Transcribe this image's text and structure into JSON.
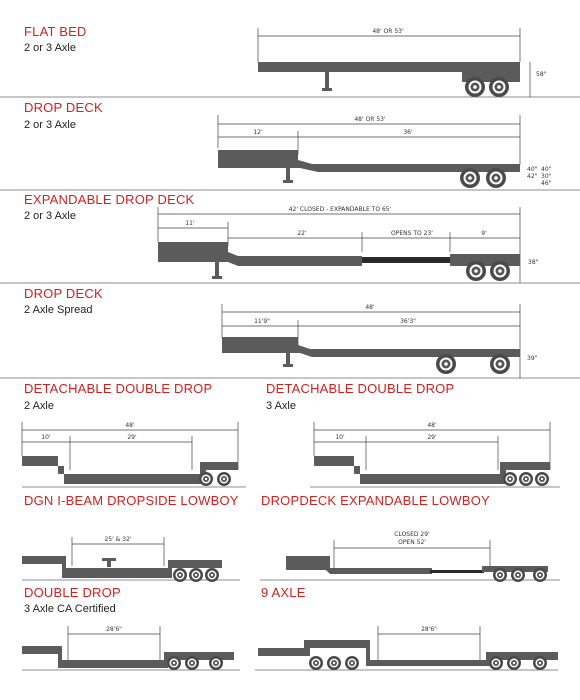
{
  "colors": {
    "title": "#d41f1f",
    "trailer": "#5b5b5b",
    "wheel": "#4a4a4a",
    "line": "#555555"
  },
  "sections": {
    "flat_bed": {
      "title": "FLAT BED",
      "sub": "2 or 3 Axle",
      "overall": "48' OR 53'",
      "height": "58\""
    },
    "drop_deck": {
      "title": "DROP DECK",
      "sub": "2 or 3 Axle",
      "overall": "48' OR 53'",
      "upper": "12'",
      "lower": "36'",
      "heights": [
        "40\"",
        "42\"",
        "46\""
      ],
      "heights_right": [
        "40\"",
        "30\""
      ]
    },
    "expandable_drop_deck": {
      "title": "EXPANDABLE DROP DECK",
      "sub": "2 or 3 Axle",
      "overall": "42' CLOSED - EXPANDABLE TO 65'",
      "upper": "11'",
      "mid": "22'",
      "opens": "OPENS TO 23'",
      "rear": "9'",
      "height": "38\""
    },
    "drop_deck_spread": {
      "title": "DROP DECK",
      "sub": "2 Axle Spread",
      "overall": "48'",
      "upper": "11'9\"",
      "lower": "36'3\"",
      "height": "39\""
    },
    "detachable_double_drop_2": {
      "title": "DETACHABLE DOUBLE DROP",
      "sub": "2 Axle",
      "overall": "48'",
      "front": "10'",
      "well": "29'"
    },
    "detachable_double_drop_3": {
      "title": "DETACHABLE DOUBLE DROP",
      "sub": "3 Axle",
      "overall": "48'",
      "front": "10'",
      "well": "29'"
    },
    "dgn_ibeam": {
      "title": "DGN I-BEAM DROPSIDE LOWBOY",
      "well": "25' & 32'"
    },
    "dropdeck_expandable_lowboy": {
      "title": "DROPDECK EXPANDABLE LOWBOY",
      "closed": "CLOSED 29'",
      "open": "OPEN 52'"
    },
    "double_drop": {
      "title": "DOUBLE DROP",
      "sub": "3 Axle CA Certified",
      "well": "28'6\""
    },
    "nine_axle": {
      "title": "9 AXLE",
      "well": "28'6\""
    }
  }
}
